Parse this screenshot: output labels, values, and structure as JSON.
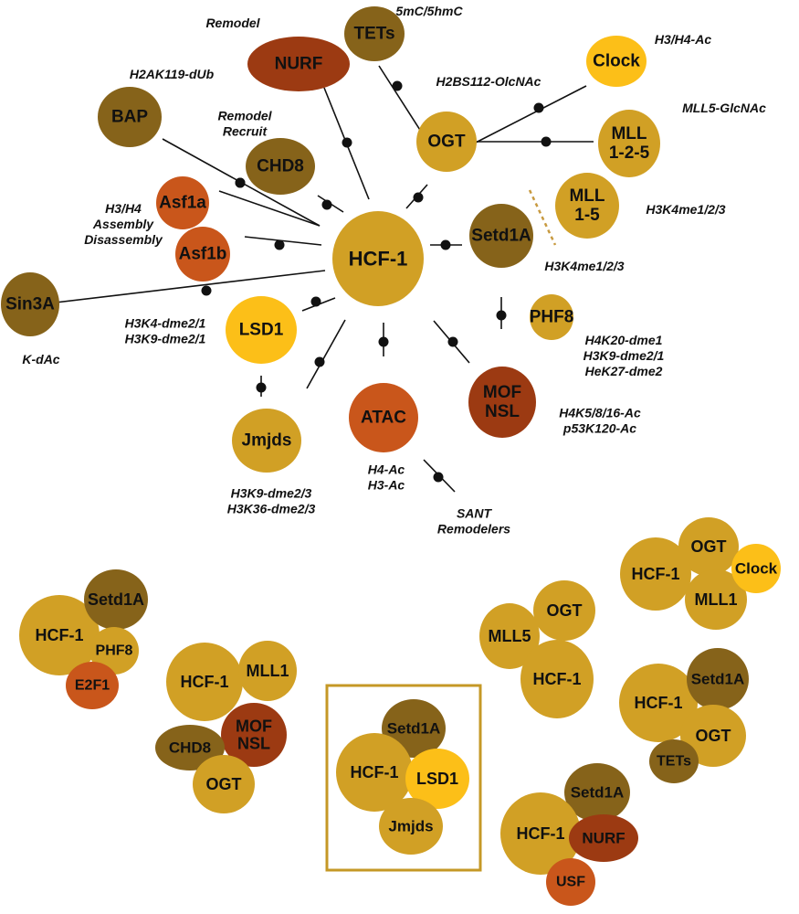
{
  "colors": {
    "gold": "#d1a025",
    "olive": "#86631a",
    "orange": "#c9561b",
    "rust": "#9c3a12",
    "yellow": "#fcbf18",
    "frame": "#c59826",
    "dash": "#c89a40"
  },
  "network": {
    "center": {
      "label": "HCF-1",
      "color": "gold"
    },
    "partners": [
      {
        "id": "nurf",
        "label": "NURF",
        "color": "rust"
      },
      {
        "id": "tets",
        "label": "TETs",
        "color": "olive"
      },
      {
        "id": "clock",
        "label": "Clock",
        "color": "yellow"
      },
      {
        "id": "ogt",
        "label": "OGT",
        "color": "gold"
      },
      {
        "id": "mll125",
        "lines": [
          "MLL",
          "1-2-5"
        ],
        "color": "gold"
      },
      {
        "id": "bap",
        "label": "BAP",
        "color": "olive"
      },
      {
        "id": "chd8",
        "label": "CHD8",
        "color": "olive"
      },
      {
        "id": "asf1a",
        "label": "Asf1a",
        "color": "orange"
      },
      {
        "id": "asf1b",
        "label": "Asf1b",
        "color": "orange"
      },
      {
        "id": "mll15",
        "lines": [
          "MLL",
          "1-5"
        ],
        "color": "gold"
      },
      {
        "id": "setd1a",
        "label": "Setd1A",
        "color": "olive"
      },
      {
        "id": "sin3a",
        "label": "Sin3A",
        "color": "olive"
      },
      {
        "id": "lsd1",
        "label": "LSD1",
        "color": "yellow"
      },
      {
        "id": "phf8",
        "label": "PHF8",
        "color": "gold"
      },
      {
        "id": "jmjds",
        "label": "Jmjds",
        "color": "gold"
      },
      {
        "id": "atac",
        "label": "ATAC",
        "color": "orange"
      },
      {
        "id": "mofnsl",
        "lines": [
          "MOF",
          "NSL"
        ],
        "color": "rust"
      }
    ],
    "modifications": [
      {
        "id": "remodel",
        "lines": [
          "Remodel"
        ]
      },
      {
        "id": "mc",
        "lines": [
          "5mC/5hmC"
        ]
      },
      {
        "id": "h3h4ac",
        "lines": [
          "H3/H4-Ac"
        ]
      },
      {
        "id": "h2bs112",
        "lines": [
          "H2BS112-OlcNAc"
        ]
      },
      {
        "id": "h2ak119",
        "lines": [
          "H2AK119-dUb"
        ]
      },
      {
        "id": "mll5glc",
        "lines": [
          "MLL5-GlcNAc"
        ]
      },
      {
        "id": "remodelrecruit",
        "lines": [
          "Remodel",
          "Recruit"
        ]
      },
      {
        "id": "h3h4assembly",
        "lines": [
          "H3/H4",
          "Assembly",
          "Disassembly"
        ]
      },
      {
        "id": "h3k4me_a",
        "lines": [
          "H3K4me1/2/3"
        ]
      },
      {
        "id": "h3k4me_b",
        "lines": [
          "H3K4me1/2/3"
        ]
      },
      {
        "id": "lsd1mods",
        "lines": [
          "H3K4-dme2/1",
          "H3K9-dme2/1"
        ]
      },
      {
        "id": "kdac",
        "lines": [
          "K-dAc"
        ]
      },
      {
        "id": "phf8mods",
        "lines": [
          "H4K20-dme1",
          "H3K9-dme2/1",
          "HeK27-dme2"
        ]
      },
      {
        "id": "mofmods",
        "lines": [
          "H4K5/8/16-Ac",
          "p53K120-Ac"
        ]
      },
      {
        "id": "atacmods",
        "lines": [
          "H4-Ac",
          "H3-Ac"
        ]
      },
      {
        "id": "jmjdsmods",
        "lines": [
          "H3K9-dme2/3",
          "H3K36-dme2/3"
        ]
      },
      {
        "id": "sant",
        "lines": [
          "SANT",
          "Remodelers"
        ]
      }
    ]
  },
  "complexes": [
    {
      "id": "c1",
      "members": [
        {
          "label": "HCF-1",
          "color": "gold"
        },
        {
          "label": "Setd1A",
          "color": "olive"
        },
        {
          "label": "PHF8",
          "color": "gold"
        },
        {
          "label": "E2F1",
          "color": "orange"
        }
      ]
    },
    {
      "id": "c2",
      "members": [
        {
          "label": "HCF-1",
          "color": "gold"
        },
        {
          "label": "MLL1",
          "color": "gold"
        },
        {
          "lines": [
            "MOF",
            "NSL"
          ],
          "color": "rust"
        },
        {
          "label": "CHD8",
          "color": "olive"
        },
        {
          "label": "OGT",
          "color": "gold"
        }
      ]
    },
    {
      "id": "c3",
      "boxed": true,
      "members": [
        {
          "label": "Setd1A",
          "color": "olive"
        },
        {
          "label": "HCF-1",
          "color": "gold"
        },
        {
          "label": "LSD1",
          "color": "yellow"
        },
        {
          "label": "Jmjds",
          "color": "gold"
        }
      ]
    },
    {
      "id": "c4",
      "members": [
        {
          "label": "OGT",
          "color": "gold"
        },
        {
          "label": "MLL5",
          "color": "gold"
        },
        {
          "label": "HCF-1",
          "color": "gold"
        }
      ]
    },
    {
      "id": "c5",
      "members": [
        {
          "label": "OGT",
          "color": "gold"
        },
        {
          "label": "HCF-1",
          "color": "gold"
        },
        {
          "label": "MLL1",
          "color": "gold"
        },
        {
          "label": "Clock",
          "color": "yellow"
        }
      ]
    },
    {
      "id": "c6",
      "members": [
        {
          "label": "HCF-1",
          "color": "gold"
        },
        {
          "label": "Setd1A",
          "color": "olive"
        },
        {
          "label": "OGT",
          "color": "gold"
        },
        {
          "label": "TETs",
          "color": "olive"
        }
      ]
    },
    {
      "id": "c7",
      "members": [
        {
          "label": "Setd1A",
          "color": "olive"
        },
        {
          "label": "HCF-1",
          "color": "gold"
        },
        {
          "label": "NURF",
          "color": "rust"
        },
        {
          "label": "USF",
          "color": "orange"
        }
      ]
    }
  ]
}
